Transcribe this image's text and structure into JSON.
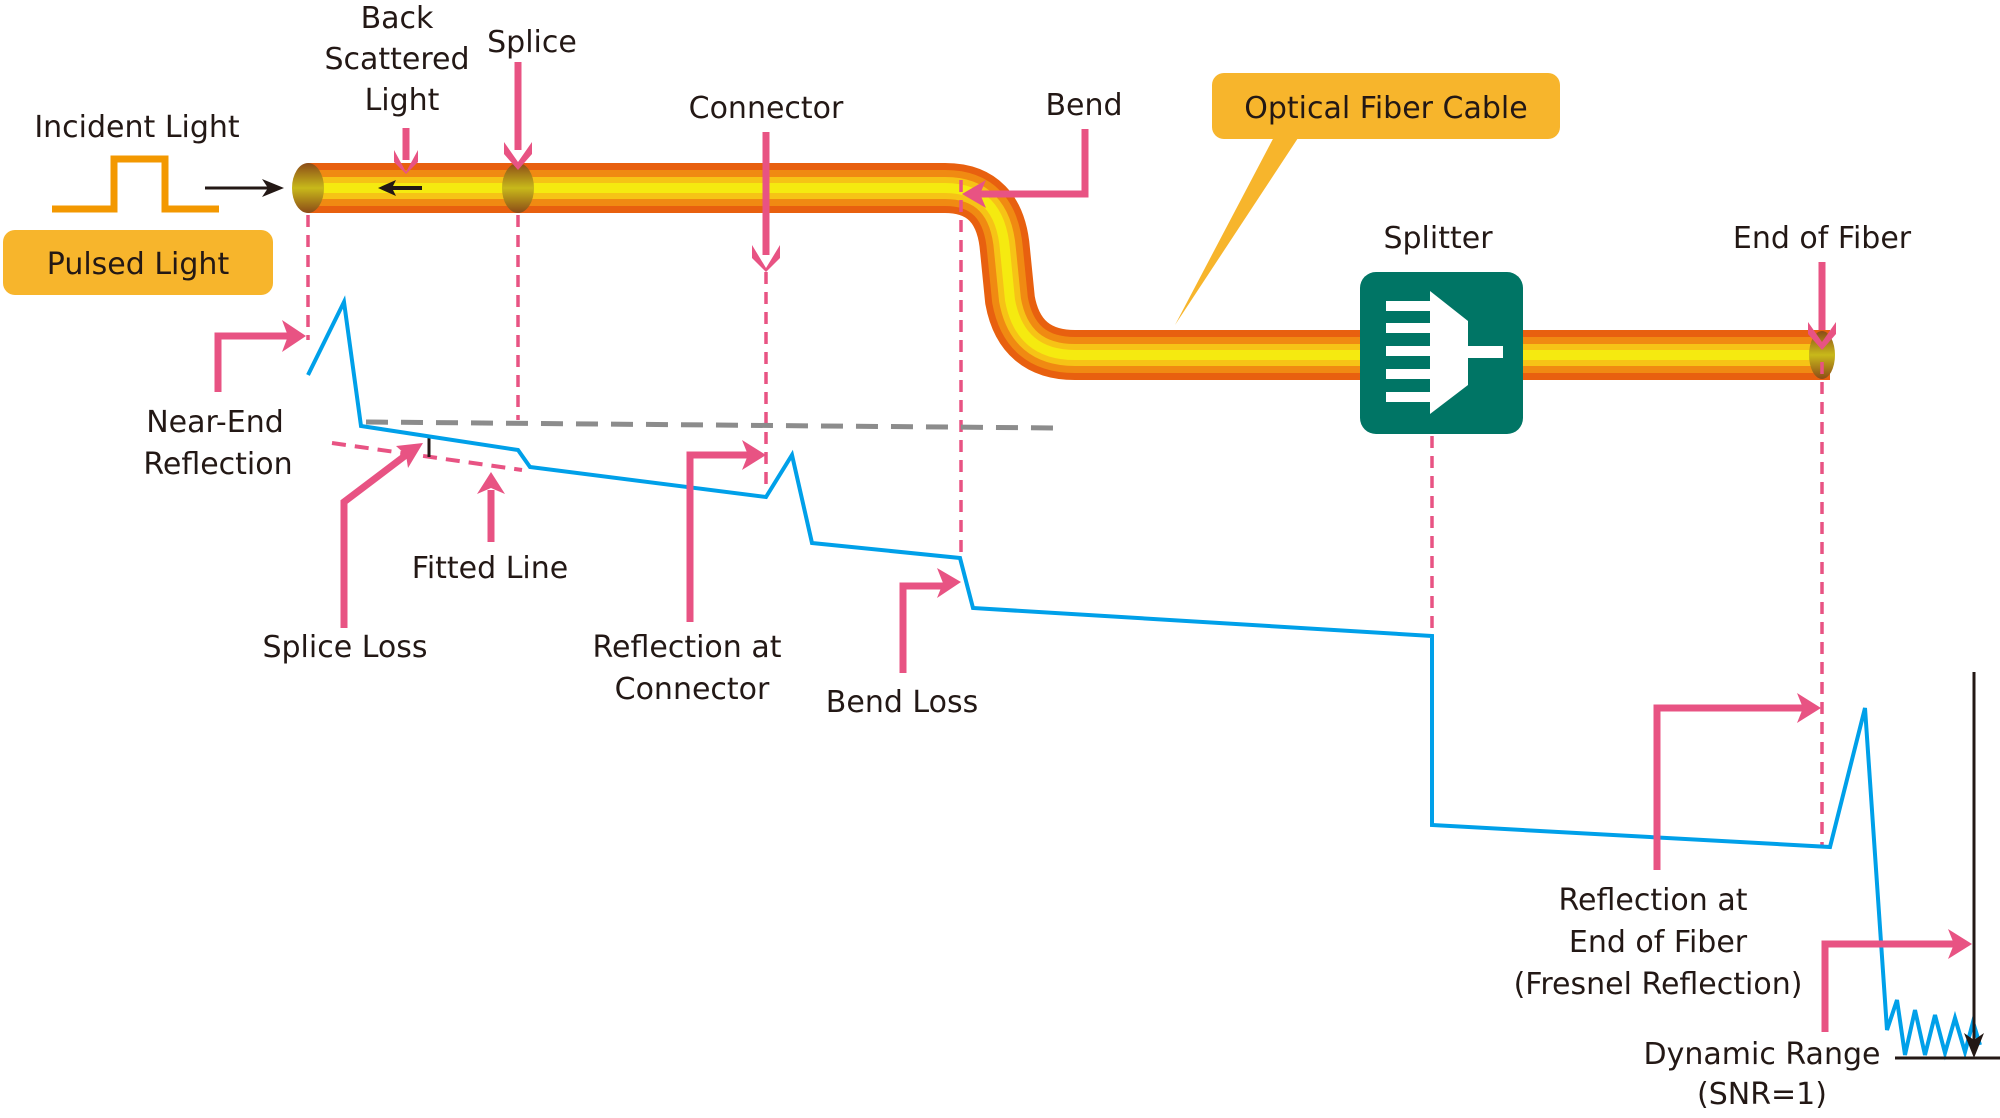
{
  "title": "OTDR trace and optical fiber events",
  "colors": {
    "fiber_outer": "#e8600f",
    "fiber_core": "#f5e80f",
    "trace": "#00a0e9",
    "annotation": "#e85383",
    "callout_bg": "#f7b52c",
    "splitter": "#007565",
    "pulse": "#f39800",
    "guide_line": "#8c8c8c",
    "text": "#231815"
  },
  "labels": {
    "incident_light": "Incident Light",
    "pulsed_light": "Pulsed Light",
    "back_scattered": [
      "Back",
      "Scattered",
      "Light"
    ],
    "splice": "Splice",
    "connector": "Connector",
    "bend": "Bend",
    "optical_fiber_cable": "Optical Fiber Cable",
    "splitter": "Splitter",
    "end_of_fiber": "End of Fiber",
    "near_end_reflection": [
      "Near-End",
      "Reflection"
    ],
    "fitted_line": "Fitted Line",
    "splice_loss": "Splice Loss",
    "reflection_at_connector": [
      "Reflection at",
      "Connector"
    ],
    "bend_loss": "Bend Loss",
    "reflection_end_of_fiber": [
      "Reflection at",
      "End of Fiber",
      "(Fresnel Reflection)"
    ],
    "dynamic_range": [
      "Dynamic Range",
      "(SNR=1)"
    ]
  },
  "icons": {
    "splitter": "splitter-icon",
    "pulse": "square-pulse-icon",
    "incident_arrow": "arrow-right-icon",
    "backscatter_arrow": "arrow-left-icon"
  }
}
